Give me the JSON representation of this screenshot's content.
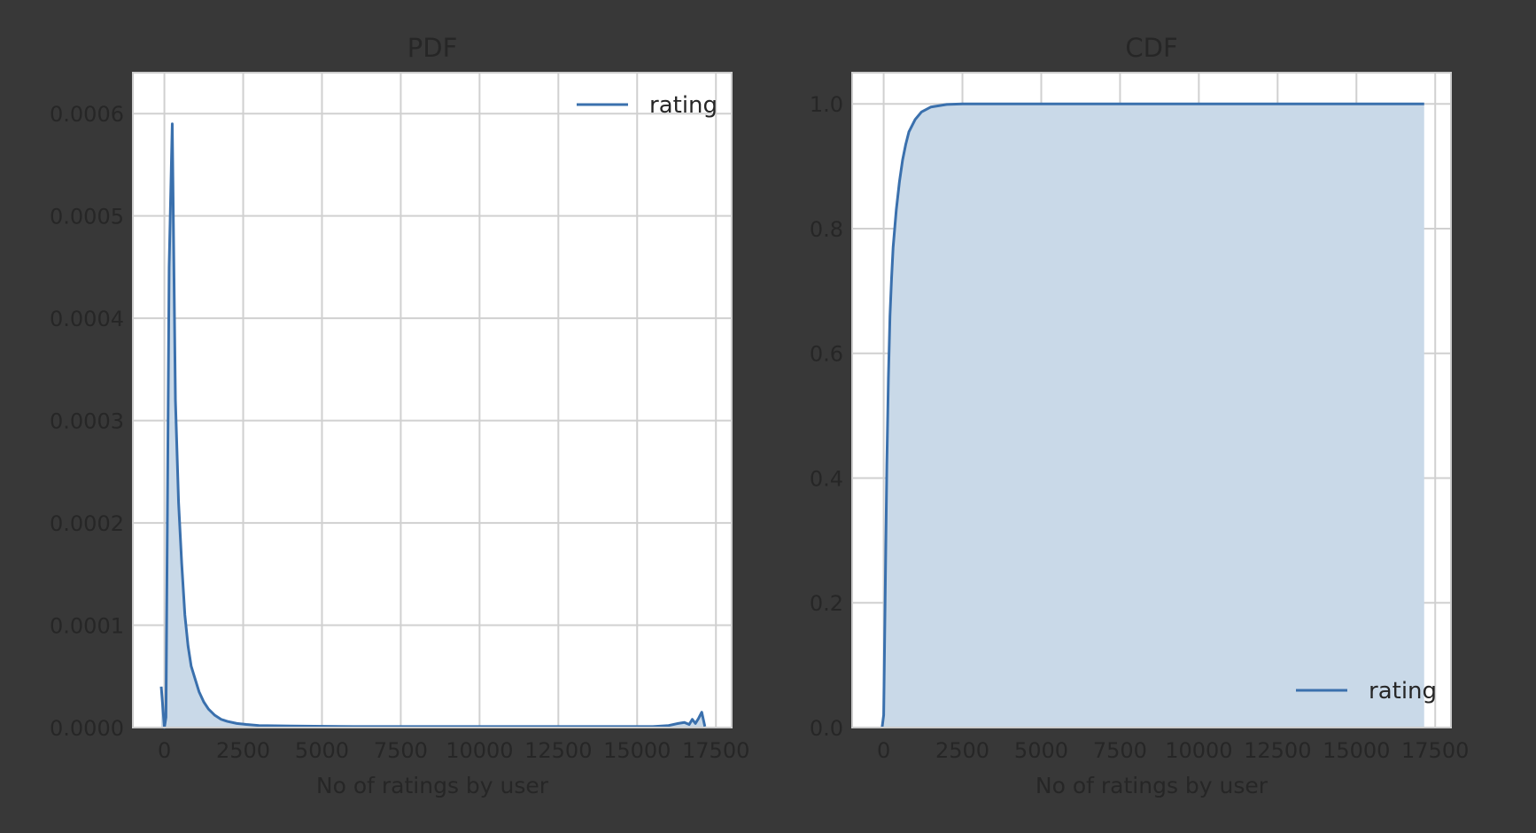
{
  "colors": {
    "figure_background": "#383838",
    "axes_background": "#ffffff",
    "grid": "#d0d0d0",
    "axes_border": "#cccccc",
    "line": "#3a70ad",
    "fill": "#c9d9e8",
    "label_text": "#262626",
    "legend_text": "#262626"
  },
  "chart_data": [
    {
      "type": "area",
      "title": "PDF",
      "xlabel": "No of ratings by user",
      "ylabel": "",
      "xlim": [
        -1000,
        18000
      ],
      "ylim": [
        0,
        0.00064
      ],
      "xticks": [
        0,
        2500,
        5000,
        7500,
        10000,
        12500,
        15000,
        17500
      ],
      "xtick_labels": [
        "0",
        "2500",
        "5000",
        "7500",
        "10000",
        "12500",
        "15000",
        "17500"
      ],
      "yticks": [
        0,
        0.0001,
        0.0002,
        0.0003,
        0.0004,
        0.0005,
        0.0006
      ],
      "ytick_labels": [
        "0.0000",
        "0.0001",
        "0.0002",
        "0.0003",
        "0.0004",
        "0.0005",
        "0.0006"
      ],
      "grid": true,
      "legend": {
        "position": "upper right",
        "entries": [
          "rating"
        ]
      },
      "series": [
        {
          "name": "rating",
          "x": [
            -100,
            0,
            50,
            150,
            250,
            350,
            450,
            550,
            650,
            750,
            850,
            950,
            1100,
            1250,
            1400,
            1600,
            1800,
            2000,
            2300,
            2600,
            3000,
            4000,
            6000,
            8000,
            10000,
            12000,
            14000,
            15500,
            16000,
            16300,
            16500,
            16650,
            16750,
            16850,
            16950,
            17050,
            17150
          ],
          "y": [
            4e-05,
            0.0,
            1e-05,
            0.00045,
            0.00059,
            0.00032,
            0.00022,
            0.00016,
            0.00011,
            8e-05,
            6e-05,
            5e-05,
            3.5e-05,
            2.5e-05,
            1.8e-05,
            1.2e-05,
            8e-06,
            6e-06,
            4e-06,
            3e-06,
            2e-06,
            1.5e-06,
            1e-06,
            1e-06,
            1e-06,
            1e-06,
            1e-06,
            1e-06,
            2e-06,
            4e-06,
            5e-06,
            3e-06,
            8e-06,
            4e-06,
            9e-06,
            1.5e-05,
            1e-06
          ]
        }
      ]
    },
    {
      "type": "area",
      "title": "CDF",
      "xlabel": "No of ratings by user",
      "ylabel": "",
      "xlim": [
        -1000,
        18000
      ],
      "ylim": [
        0,
        1.05
      ],
      "xticks": [
        0,
        2500,
        5000,
        7500,
        10000,
        12500,
        15000,
        17500
      ],
      "xtick_labels": [
        "0",
        "2500",
        "5000",
        "7500",
        "10000",
        "12500",
        "15000",
        "17500"
      ],
      "yticks": [
        0.0,
        0.2,
        0.4,
        0.6,
        0.8,
        1.0
      ],
      "ytick_labels": [
        "0.0",
        "0.2",
        "0.4",
        "0.6",
        "0.8",
        "1.0"
      ],
      "grid": true,
      "legend": {
        "position": "lower right",
        "entries": [
          "rating"
        ]
      },
      "series": [
        {
          "name": "rating",
          "x": [
            -50,
            0,
            50,
            100,
            150,
            200,
            250,
            300,
            400,
            500,
            600,
            700,
            800,
            1000,
            1200,
            1500,
            2000,
            2500,
            3000,
            5000,
            10000,
            15000,
            17150
          ],
          "y": [
            0.0,
            0.02,
            0.22,
            0.42,
            0.56,
            0.66,
            0.72,
            0.77,
            0.83,
            0.875,
            0.91,
            0.935,
            0.955,
            0.975,
            0.987,
            0.995,
            0.999,
            1.0,
            1.0,
            1.0,
            1.0,
            1.0,
            1.0
          ]
        }
      ]
    }
  ]
}
